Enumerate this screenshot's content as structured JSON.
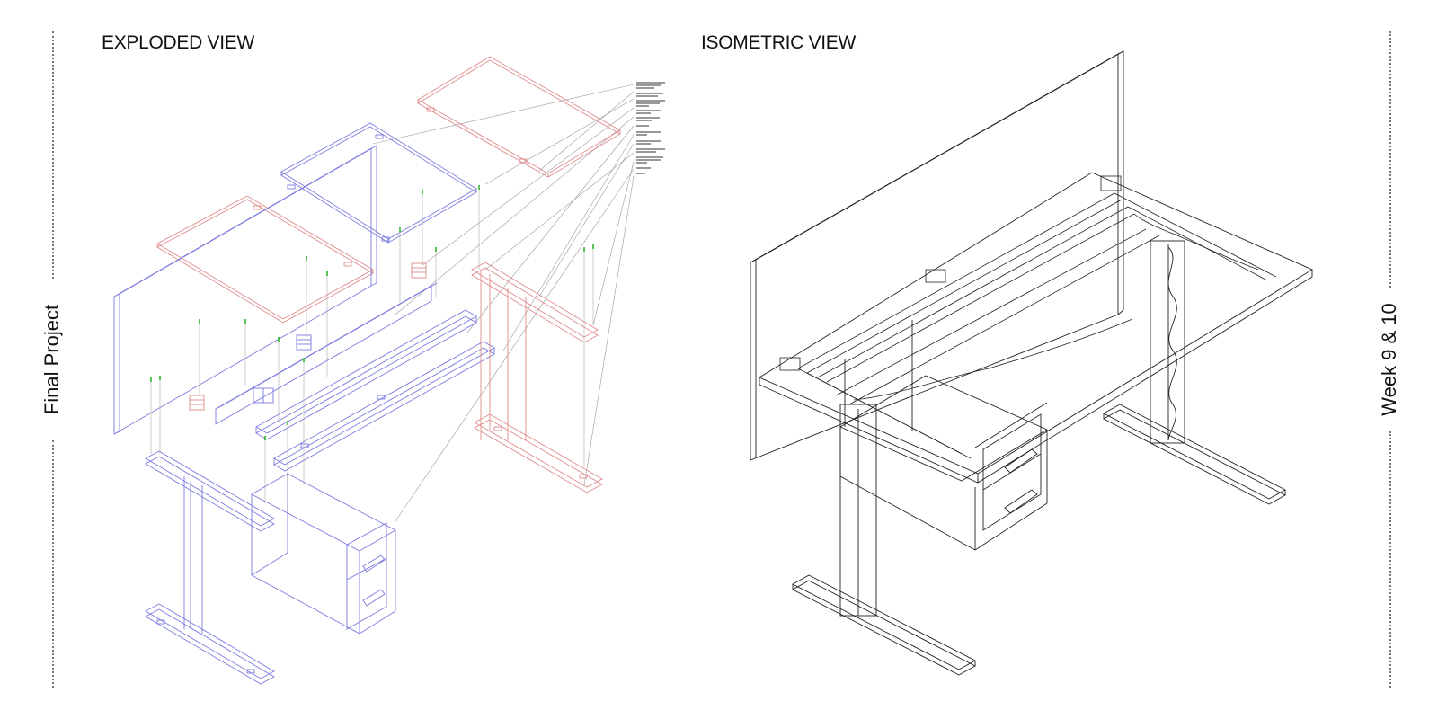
{
  "page": {
    "left_heading": "EXPLODED VIEW",
    "right_heading": "ISOMETRIC VIEW",
    "left_side_title": "Final Project",
    "right_side_title": "Week 9 & 10"
  },
  "colors": {
    "exploded_blue": "#7a7ae0",
    "exploded_red": "#e08a8a",
    "exploded_green": "#2bb52b",
    "isometric_line": "#222222",
    "leader_line": "#9a9a9a"
  }
}
